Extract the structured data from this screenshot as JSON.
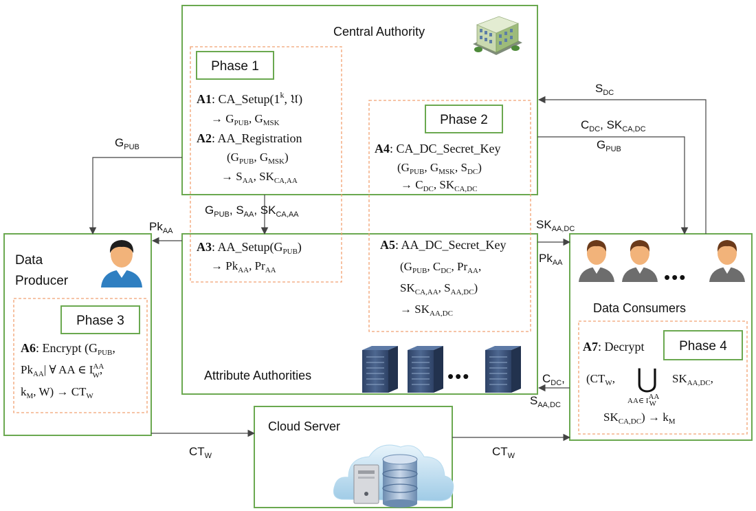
{
  "central_authority": {
    "title": "Central Authority",
    "phase1": {
      "label": "Phase 1",
      "a1": {
        "id": "A1",
        "call": "CA_Setup",
        "out": "G",
        "out_sub": "PUB",
        "out2": "G",
        "out2_sub": "MSK"
      },
      "a2": {
        "id": "A2",
        "call": "AA_Registration",
        "out": "S",
        "out_sub": "AA",
        "out2": "SK",
        "out2_sub": "CA,AA"
      }
    },
    "phase2": {
      "label": "Phase 2",
      "a4": {
        "id": "A4",
        "call": "CA_DC_Secret_Key",
        "out": "C",
        "out_sub": "DC",
        "out2": "SK",
        "out2_sub": "CA,DC"
      }
    }
  },
  "attribute_authorities": {
    "title": "Attribute Authorities",
    "a3": {
      "id": "A3",
      "call": "AA_Setup",
      "out": "Pk",
      "out_sub": "AA",
      "out2": "Pr",
      "out2_sub": "AA"
    },
    "a5": {
      "id": "A5",
      "call": "AA_DC_Secret_Key",
      "out": "SK",
      "out_sub": "AA,DC"
    },
    "ellipsis": "•••"
  },
  "data_producer": {
    "title_line1": "Data",
    "title_line2": "Producer",
    "phase3": {
      "label": "Phase 3",
      "a6": {
        "id": "A6",
        "call": "Encrypt",
        "out": "CT",
        "out_sub": "W"
      }
    }
  },
  "data_consumers": {
    "title": "Data Consumers",
    "ellipsis": "•••",
    "phase4": {
      "label": "Phase 4",
      "a7": {
        "id": "A7",
        "call": "Decrypt",
        "out": "k",
        "out_sub": "M"
      }
    }
  },
  "cloud_server": {
    "title": "Cloud Server"
  },
  "edge_labels": {
    "gpub_left": {
      "main": "G",
      "sub": "PUB"
    },
    "pk_aa_left": {
      "main": "Pk",
      "sub": "AA"
    },
    "sdc": {
      "main": "S",
      "sub": "DC"
    },
    "cdc_skcadc": {
      "main1": "C",
      "sub1": "DC",
      "main2": "SK",
      "sub2": "CA,DC"
    },
    "gpub_right": {
      "main": "G",
      "sub": "PUB"
    },
    "skaadc_right": {
      "main": "SK",
      "sub": "AA,DC"
    },
    "pkaa_right": {
      "main": "Pk",
      "sub": "AA"
    },
    "cdc_saadc": {
      "main1": "C",
      "sub1": "DC",
      "main2": "S",
      "sub2": "AA,DC"
    },
    "ctw_left": {
      "main": "CT",
      "sub": "W"
    },
    "ctw_right": {
      "main": "CT",
      "sub": "W"
    },
    "ca_to_aa": {
      "m1": "G",
      "s1": "PUB",
      "m2": "S",
      "s2": "AA",
      "m3": "SK",
      "s3": "CA,AA"
    }
  },
  "colors": {
    "box_green": "#6aa84f",
    "phase_dashed": "#f0a070",
    "arrow": "#444444",
    "server_blue": "#3a5078",
    "person_skin": "#f2b37a",
    "person_hair": "#6b3a1a"
  }
}
